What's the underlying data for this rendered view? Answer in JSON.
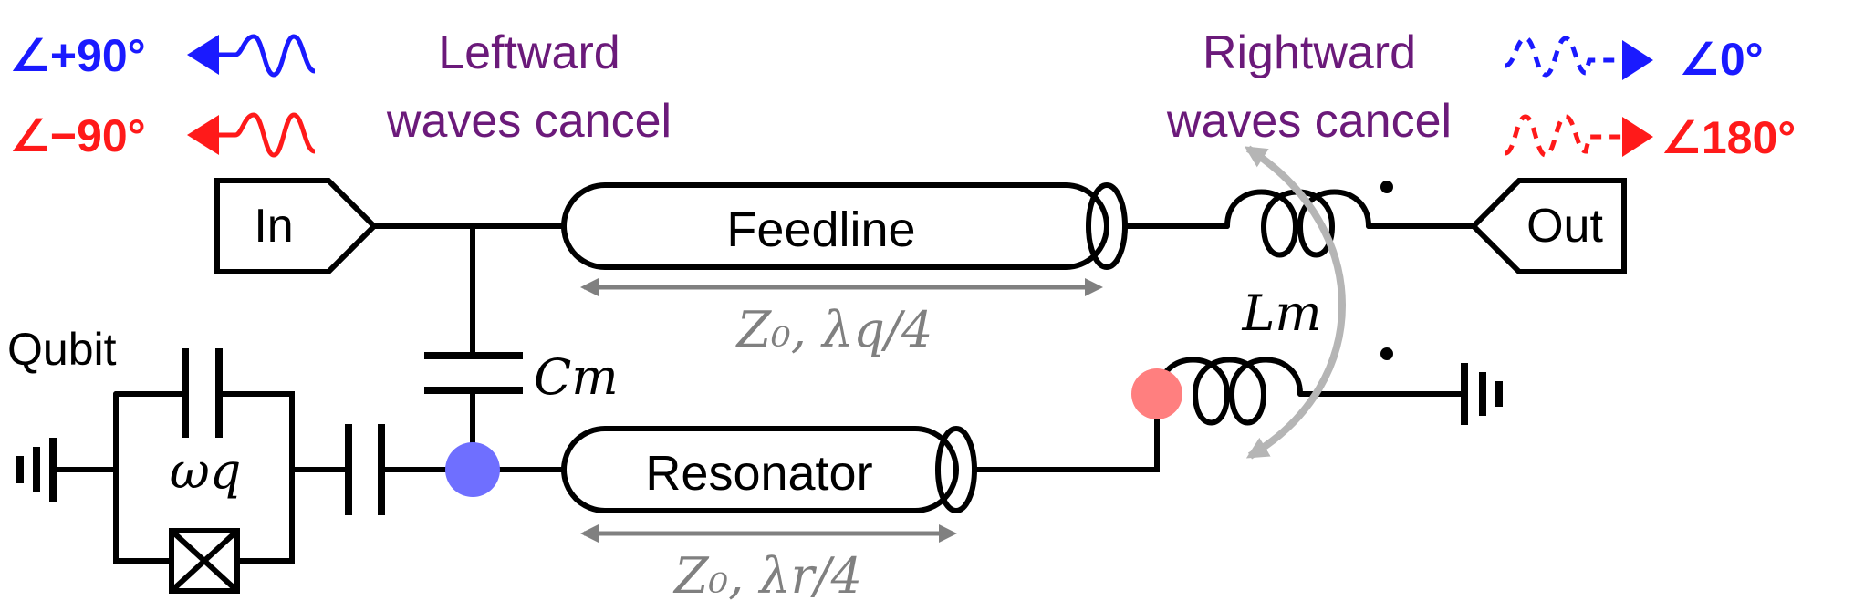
{
  "labels": {
    "leftward": [
      "Leftward",
      "waves cancel"
    ],
    "rightward": [
      "Rightward",
      "waves cancel"
    ],
    "in": "In",
    "out": "Out",
    "feedline": "Feedline",
    "resonator": "Resonator",
    "qubit": "Qubit",
    "phase_left_blue": "∠+90°",
    "phase_left_red": "∠−90°",
    "phase_right_blue": "∠0°",
    "phase_right_red": "∠180°",
    "feedline_param": "Z₀, λq/4",
    "resonator_param": "Z₀, λr/4",
    "cm": "Cm",
    "lm": "Lm",
    "wq": "ωq"
  },
  "colors": {
    "blue": "#1a1aff",
    "red": "#ff1a1a",
    "purple": "#6b1a7a",
    "gray": "#808080",
    "light_gray": "#b5b5b5",
    "node_blue": "#6f6fff",
    "node_red": "#ff7f7f"
  }
}
